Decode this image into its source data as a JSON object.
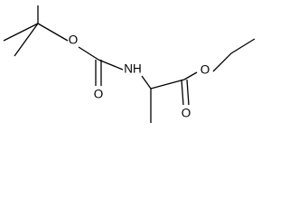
{
  "molecule": {
    "atoms": {
      "ester_o": "O",
      "carbamate_o": "O",
      "nh": "NH",
      "carbamate_carbonyl_o": "O",
      "ester_carbonyl_o": "O"
    },
    "colors": {
      "line": "#000000",
      "background": "#ffffff"
    }
  }
}
